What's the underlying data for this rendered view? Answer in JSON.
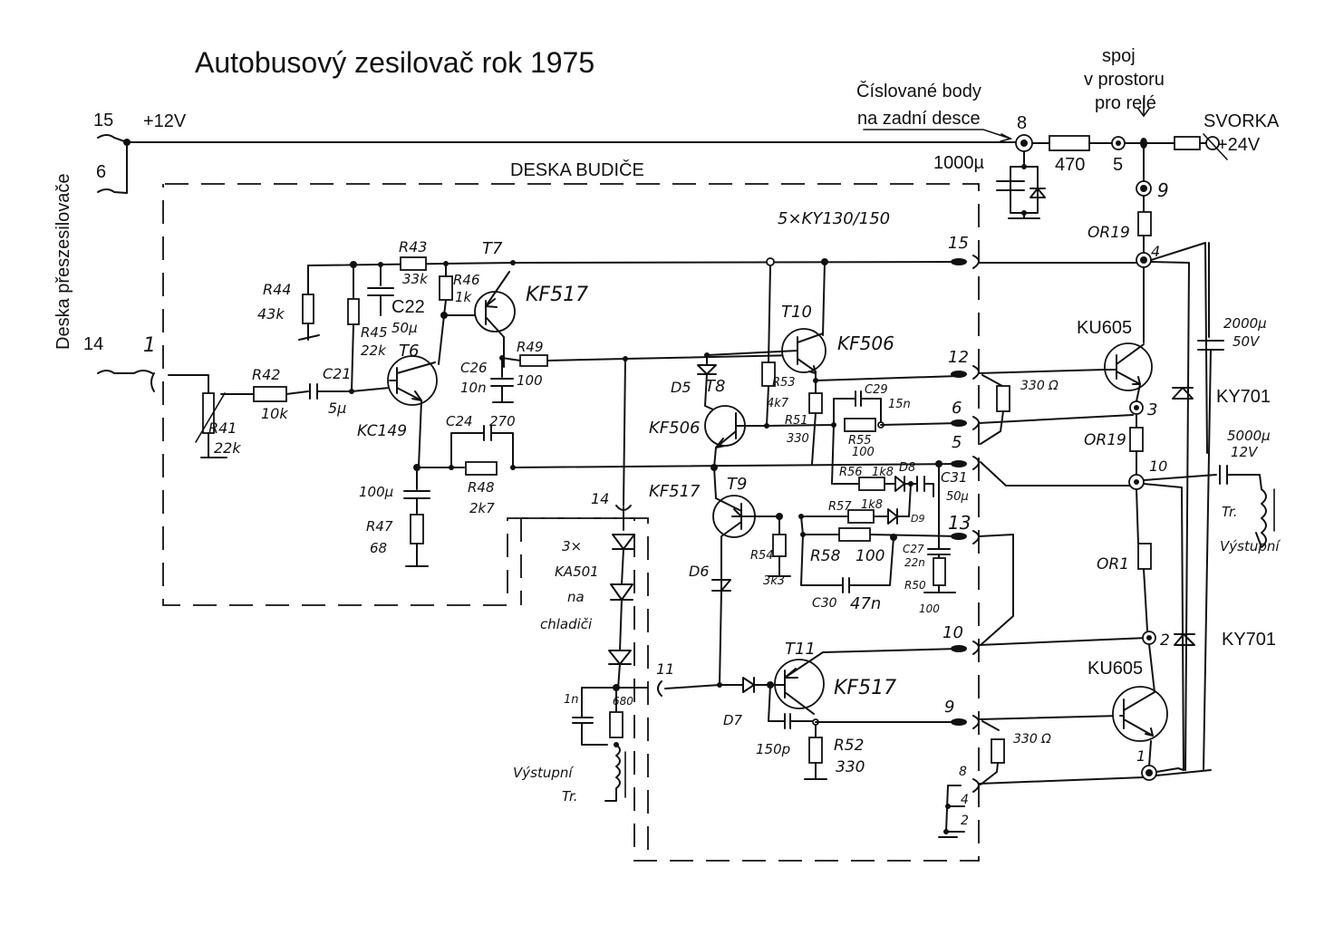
{
  "title": "Autobusový zesilovač rok 1975",
  "annotations": {
    "numbered_points_line1": "Číslované body",
    "numbered_points_line2": "na zadní desce",
    "relay_line1": "spoj",
    "relay_line2": "v prostoru",
    "relay_line3": "pro relé",
    "terminal_line1": "SVORKA",
    "terminal_line2": "+24V",
    "preamp_board": "Deska přeszesilovače",
    "driver_board": "DESKA BUDIČE",
    "supply_12v": "+12V",
    "diodes_note": "5×KY130/150",
    "bias_diodes_1": "3×",
    "bias_diodes_2": "KA501",
    "bias_diodes_3": "na",
    "bias_diodes_4": "chladiči",
    "transformer_1": "Výstupní",
    "transformer_2": "Tr.",
    "transformer_out_1": "Tr.",
    "transformer_out_2": "Výstupní"
  },
  "connectors_left": [
    "15",
    "6",
    "14",
    "1"
  ],
  "connectors_driver": [
    "15",
    "12",
    "6",
    "5",
    "13",
    "10",
    "9",
    "8",
    "4",
    "2",
    "14",
    "11"
  ],
  "backboard_points": [
    "8",
    "5",
    "9",
    "4",
    "3",
    "10",
    "2",
    "1"
  ],
  "supply": {
    "cap": "1000µ",
    "res": "470"
  },
  "components": {
    "R41": {
      "name": "R41",
      "value": "22k"
    },
    "R42": {
      "name": "R42",
      "value": "10k"
    },
    "C21": {
      "name": "C21",
      "value": "5µ"
    },
    "R43": {
      "name": "R43",
      "value": "33k"
    },
    "R44": {
      "name": "R44",
      "value": "43k"
    },
    "R45": {
      "name": "R45",
      "value": "22k"
    },
    "C22": {
      "name": "C22",
      "value": "50µ"
    },
    "R46": {
      "name": "R46",
      "value": "1k"
    },
    "T6": {
      "name": "T6",
      "value": "KC149"
    },
    "T7": {
      "name": "T7",
      "value": "KF517"
    },
    "C26": {
      "name": "C26",
      "value": "10n"
    },
    "R49": {
      "name": "R49",
      "value": "100"
    },
    "C24": {
      "name": "C24",
      "value": "270"
    },
    "R48": {
      "name": "R48",
      "value": "2k7"
    },
    "Ce": {
      "name": "",
      "value": "100µ"
    },
    "R47": {
      "name": "R47",
      "value": "68"
    },
    "T10": {
      "name": "T10",
      "value": "KF506"
    },
    "T8": {
      "name": "T8",
      "value": "KF506"
    },
    "D5": {
      "name": "D5",
      "value": ""
    },
    "R53": {
      "name": "R53",
      "value": "4k7"
    },
    "R51": {
      "name": "R51",
      "value": "330"
    },
    "C29": {
      "name": "C29",
      "value": "15n"
    },
    "R55": {
      "name": "R55",
      "value": "100"
    },
    "R56": {
      "name": "R56",
      "value": "1k8"
    },
    "D8": {
      "name": "D8",
      "value": ""
    },
    "C31": {
      "name": "C31",
      "value": "50µ"
    },
    "R57": {
      "name": "R57",
      "value": "1k8"
    },
    "D9": {
      "name": "D9",
      "value": ""
    },
    "T9": {
      "name": "T9",
      "value": "KF517"
    },
    "R54": {
      "name": "R54",
      "value": "3k3"
    },
    "R58": {
      "name": "R58",
      "value": "100"
    },
    "C27": {
      "name": "C27",
      "value": "22n"
    },
    "R50": {
      "name": "R50",
      "value": "100"
    },
    "C30": {
      "name": "C30",
      "value": "47n"
    },
    "D6": {
      "name": "D6",
      "value": ""
    },
    "T11": {
      "name": "T11",
      "value": "KF517"
    },
    "D7": {
      "name": "D7",
      "value": ""
    },
    "C150": {
      "name": "",
      "value": "150p"
    },
    "R52": {
      "name": "R52",
      "value": "330"
    },
    "C1n": {
      "name": "",
      "value": "1n"
    },
    "R680": {
      "name": "",
      "value": "680"
    },
    "R330a": {
      "name": "",
      "value": "330 Ω"
    },
    "R330b": {
      "name": "",
      "value": "330 Ω"
    },
    "OR19a": {
      "name": "OR19",
      "value": ""
    },
    "OR19b": {
      "name": "OR19",
      "value": ""
    },
    "OR1": {
      "name": "OR1",
      "value": ""
    },
    "KU605a": {
      "name": "KU605",
      "value": ""
    },
    "KU605b": {
      "name": "KU605",
      "value": ""
    },
    "KY701a": {
      "name": "KY701",
      "value": ""
    },
    "KY701b": {
      "name": "KY701",
      "value": ""
    },
    "C2000": {
      "name": "2000µ",
      "value": "50V"
    },
    "C5000": {
      "name": "5000µ",
      "value": "12V"
    }
  }
}
